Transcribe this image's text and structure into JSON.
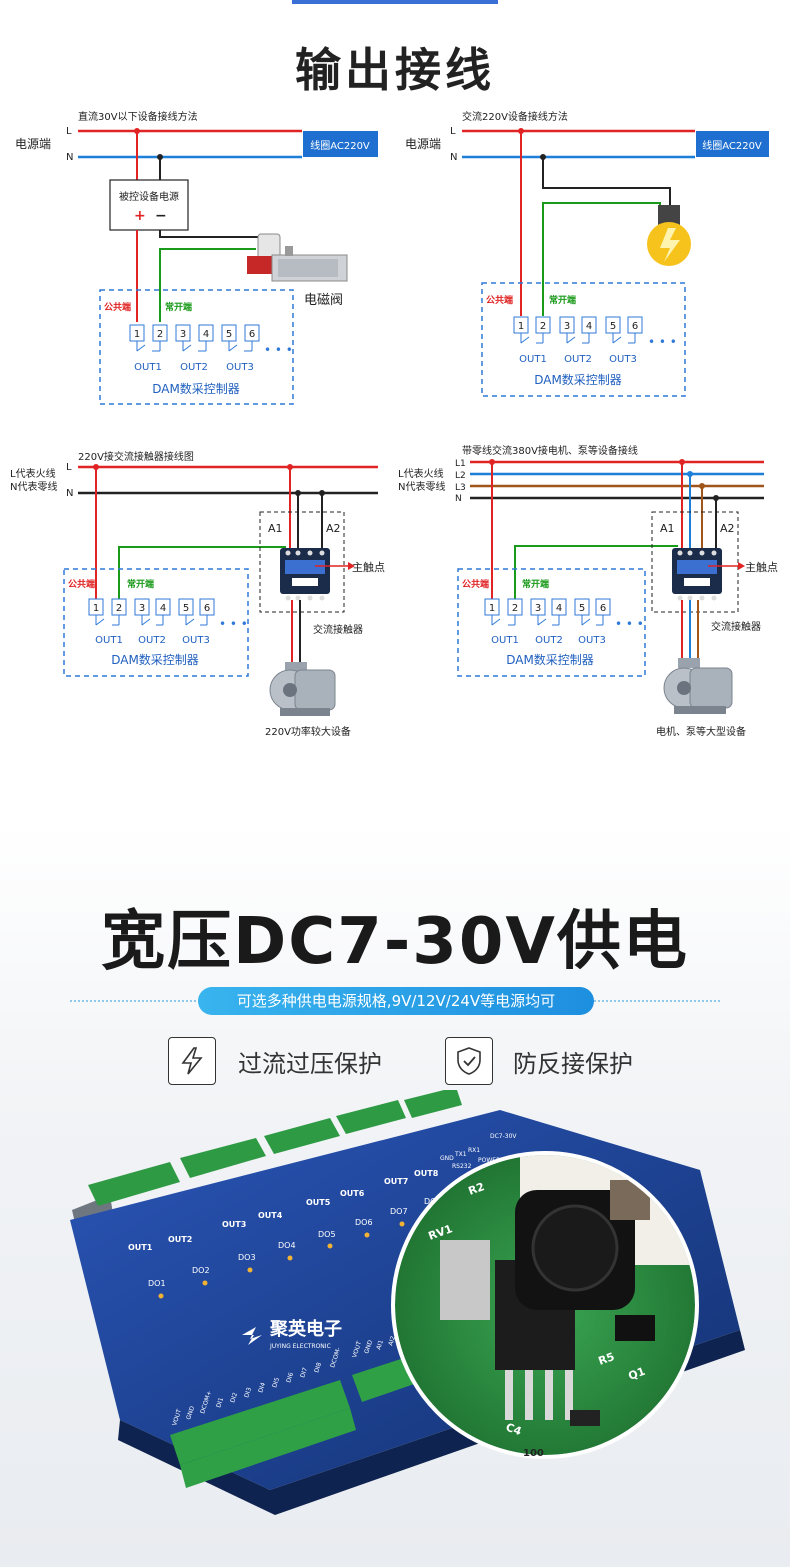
{
  "section1": {
    "title": "输出接线"
  },
  "diagrams": {
    "d1": {
      "caption": "直流30V以下设备接线方法",
      "power_label": "电源端",
      "L": "L",
      "N": "N",
      "coil": "线圈AC220V",
      "supply": "被控设备电源",
      "plus": "+",
      "minus": "−",
      "load": "电磁阀",
      "common": "公共端",
      "no": "常开端",
      "terms": [
        "1",
        "2",
        "3",
        "4",
        "5",
        "6"
      ],
      "outs": [
        "OUT1",
        "OUT2",
        "OUT3"
      ],
      "dots": "• • •",
      "controller": "DAM数采控制器"
    },
    "d2": {
      "caption": "交流220V设备接线方法",
      "power_label": "电源端",
      "L": "L",
      "N": "N",
      "coil": "线圈AC220V",
      "common": "公共端",
      "no": "常开端",
      "terms": [
        "1",
        "2",
        "3",
        "4",
        "5",
        "6"
      ],
      "outs": [
        "OUT1",
        "OUT2",
        "OUT3"
      ],
      "dots": "• • •",
      "controller": "DAM数采控制器"
    },
    "d3": {
      "caption": "220V接交流接触器接线图",
      "fire": "L代表火线",
      "zero": "N代表零线",
      "L": "L",
      "N": "N",
      "a1": "A1",
      "a2": "A2",
      "main": "主触点",
      "contactor": "交流接触器",
      "load": "220V功率较大设备",
      "common": "公共端",
      "no": "常开端",
      "terms": [
        "1",
        "2",
        "3",
        "4",
        "5",
        "6"
      ],
      "outs": [
        "OUT1",
        "OUT2",
        "OUT3"
      ],
      "dots": "• • •",
      "controller": "DAM数采控制器"
    },
    "d4": {
      "caption": "带零线交流380V接电机、泵等设备接线",
      "fire": "L代表火线",
      "zero": "N代表零线",
      "L1": "L1",
      "L2": "L2",
      "L3": "L3",
      "N": "N",
      "a1": "A1",
      "a2": "A2",
      "main": "主触点",
      "contactor": "交流接触器",
      "load": "电机、泵等大型设备",
      "common": "公共端",
      "no": "常开端",
      "terms": [
        "1",
        "2",
        "3",
        "4",
        "5",
        "6"
      ],
      "outs": [
        "OUT1",
        "OUT2",
        "OUT3"
      ],
      "dots": "• • •",
      "controller": "DAM数采控制器"
    }
  },
  "section2": {
    "title": "宽压DC7-30V供电",
    "subtitle": "可选多种供电电源规格,9V/12V/24V等电源均可",
    "features": [
      {
        "icon": "lightning-icon",
        "label": "过流过压保护"
      },
      {
        "icon": "shield-check-icon",
        "label": "防反接保护"
      }
    ]
  },
  "device": {
    "brand_cn": "聚英电子",
    "brand_en": "JUYING ELECTRONIC",
    "model_prefix": "D",
    "outs": [
      "OUT1",
      "OUT2",
      "OUT3",
      "OUT4",
      "OUT5",
      "OUT6",
      "OUT7",
      "OUT8"
    ],
    "dos": [
      "DO1",
      "DO2",
      "DO3",
      "DO4",
      "DO5",
      "DO6",
      "DO7",
      "DO8"
    ],
    "bottom_pins": [
      "VOUT",
      "GND",
      "DCOM+",
      "DI1",
      "DI2",
      "DI3",
      "DI4",
      "DI5",
      "DI6",
      "DI7",
      "DI8",
      "DCOM-"
    ],
    "right_pins": [
      "VOUT",
      "GND",
      "AI1",
      "AI2"
    ],
    "port_labels": [
      "GND",
      "TX1",
      "RX1",
      "RS232",
      "POWER",
      "DC7-30V"
    ],
    "pcb_marks": [
      "R2",
      "RV1",
      "R5",
      "Q1",
      "C4",
      "100"
    ]
  },
  "colors": {
    "L": "#e02424",
    "N": "#1e7fd8",
    "common": "#e02424",
    "no": "#1a9a1a",
    "box": "#2f7ad8",
    "coil": "#1f6fd0",
    "device_blue": "#1e3f8a"
  }
}
